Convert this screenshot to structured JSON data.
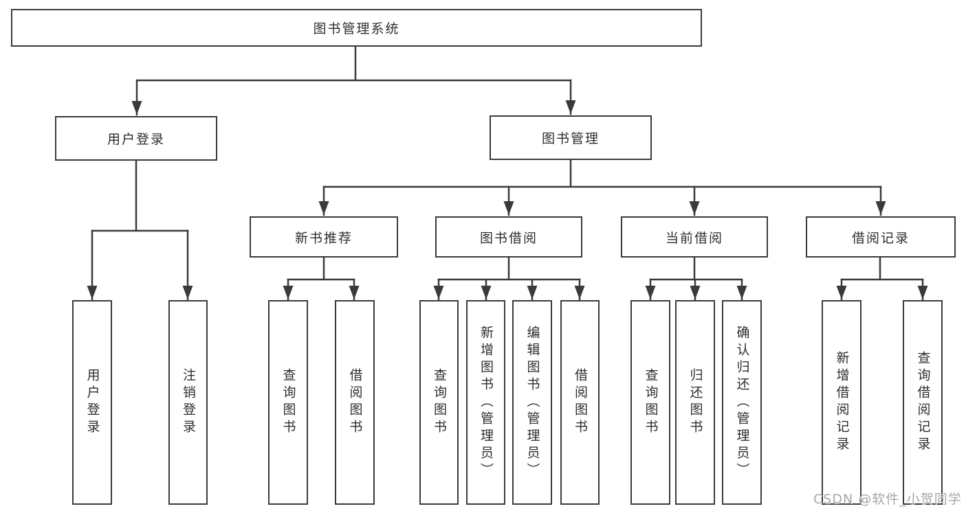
{
  "tree": {
    "label": "图书管理系统",
    "children": [
      {
        "label": "用户登录",
        "children": [
          {
            "label": "用户登录"
          },
          {
            "label": "注销登录"
          }
        ]
      },
      {
        "label": "图书管理",
        "children": [
          {
            "label": "新书推荐",
            "children": [
              {
                "label": "查询图书"
              },
              {
                "label": "借阅图书"
              }
            ]
          },
          {
            "label": "图书借阅",
            "children": [
              {
                "label": "查询图书"
              },
              {
                "label": "新增图书（管理员）"
              },
              {
                "label": "编辑图书（管理员）"
              },
              {
                "label": "借阅图书"
              }
            ]
          },
          {
            "label": "当前借阅",
            "children": [
              {
                "label": "查询图书"
              },
              {
                "label": "归还图书"
              },
              {
                "label": "确认归还（管理员）"
              }
            ]
          },
          {
            "label": "借阅记录",
            "children": [
              {
                "label": "新增借阅记录"
              },
              {
                "label": "查询借阅记录"
              }
            ]
          }
        ]
      }
    ]
  },
  "watermark": "CSDN @软件_小贺同学",
  "colors": {
    "line": "#3a3a3a",
    "text": "#2d2d2d",
    "watermark": "#a6a6a6",
    "background": "#ffffff"
  }
}
